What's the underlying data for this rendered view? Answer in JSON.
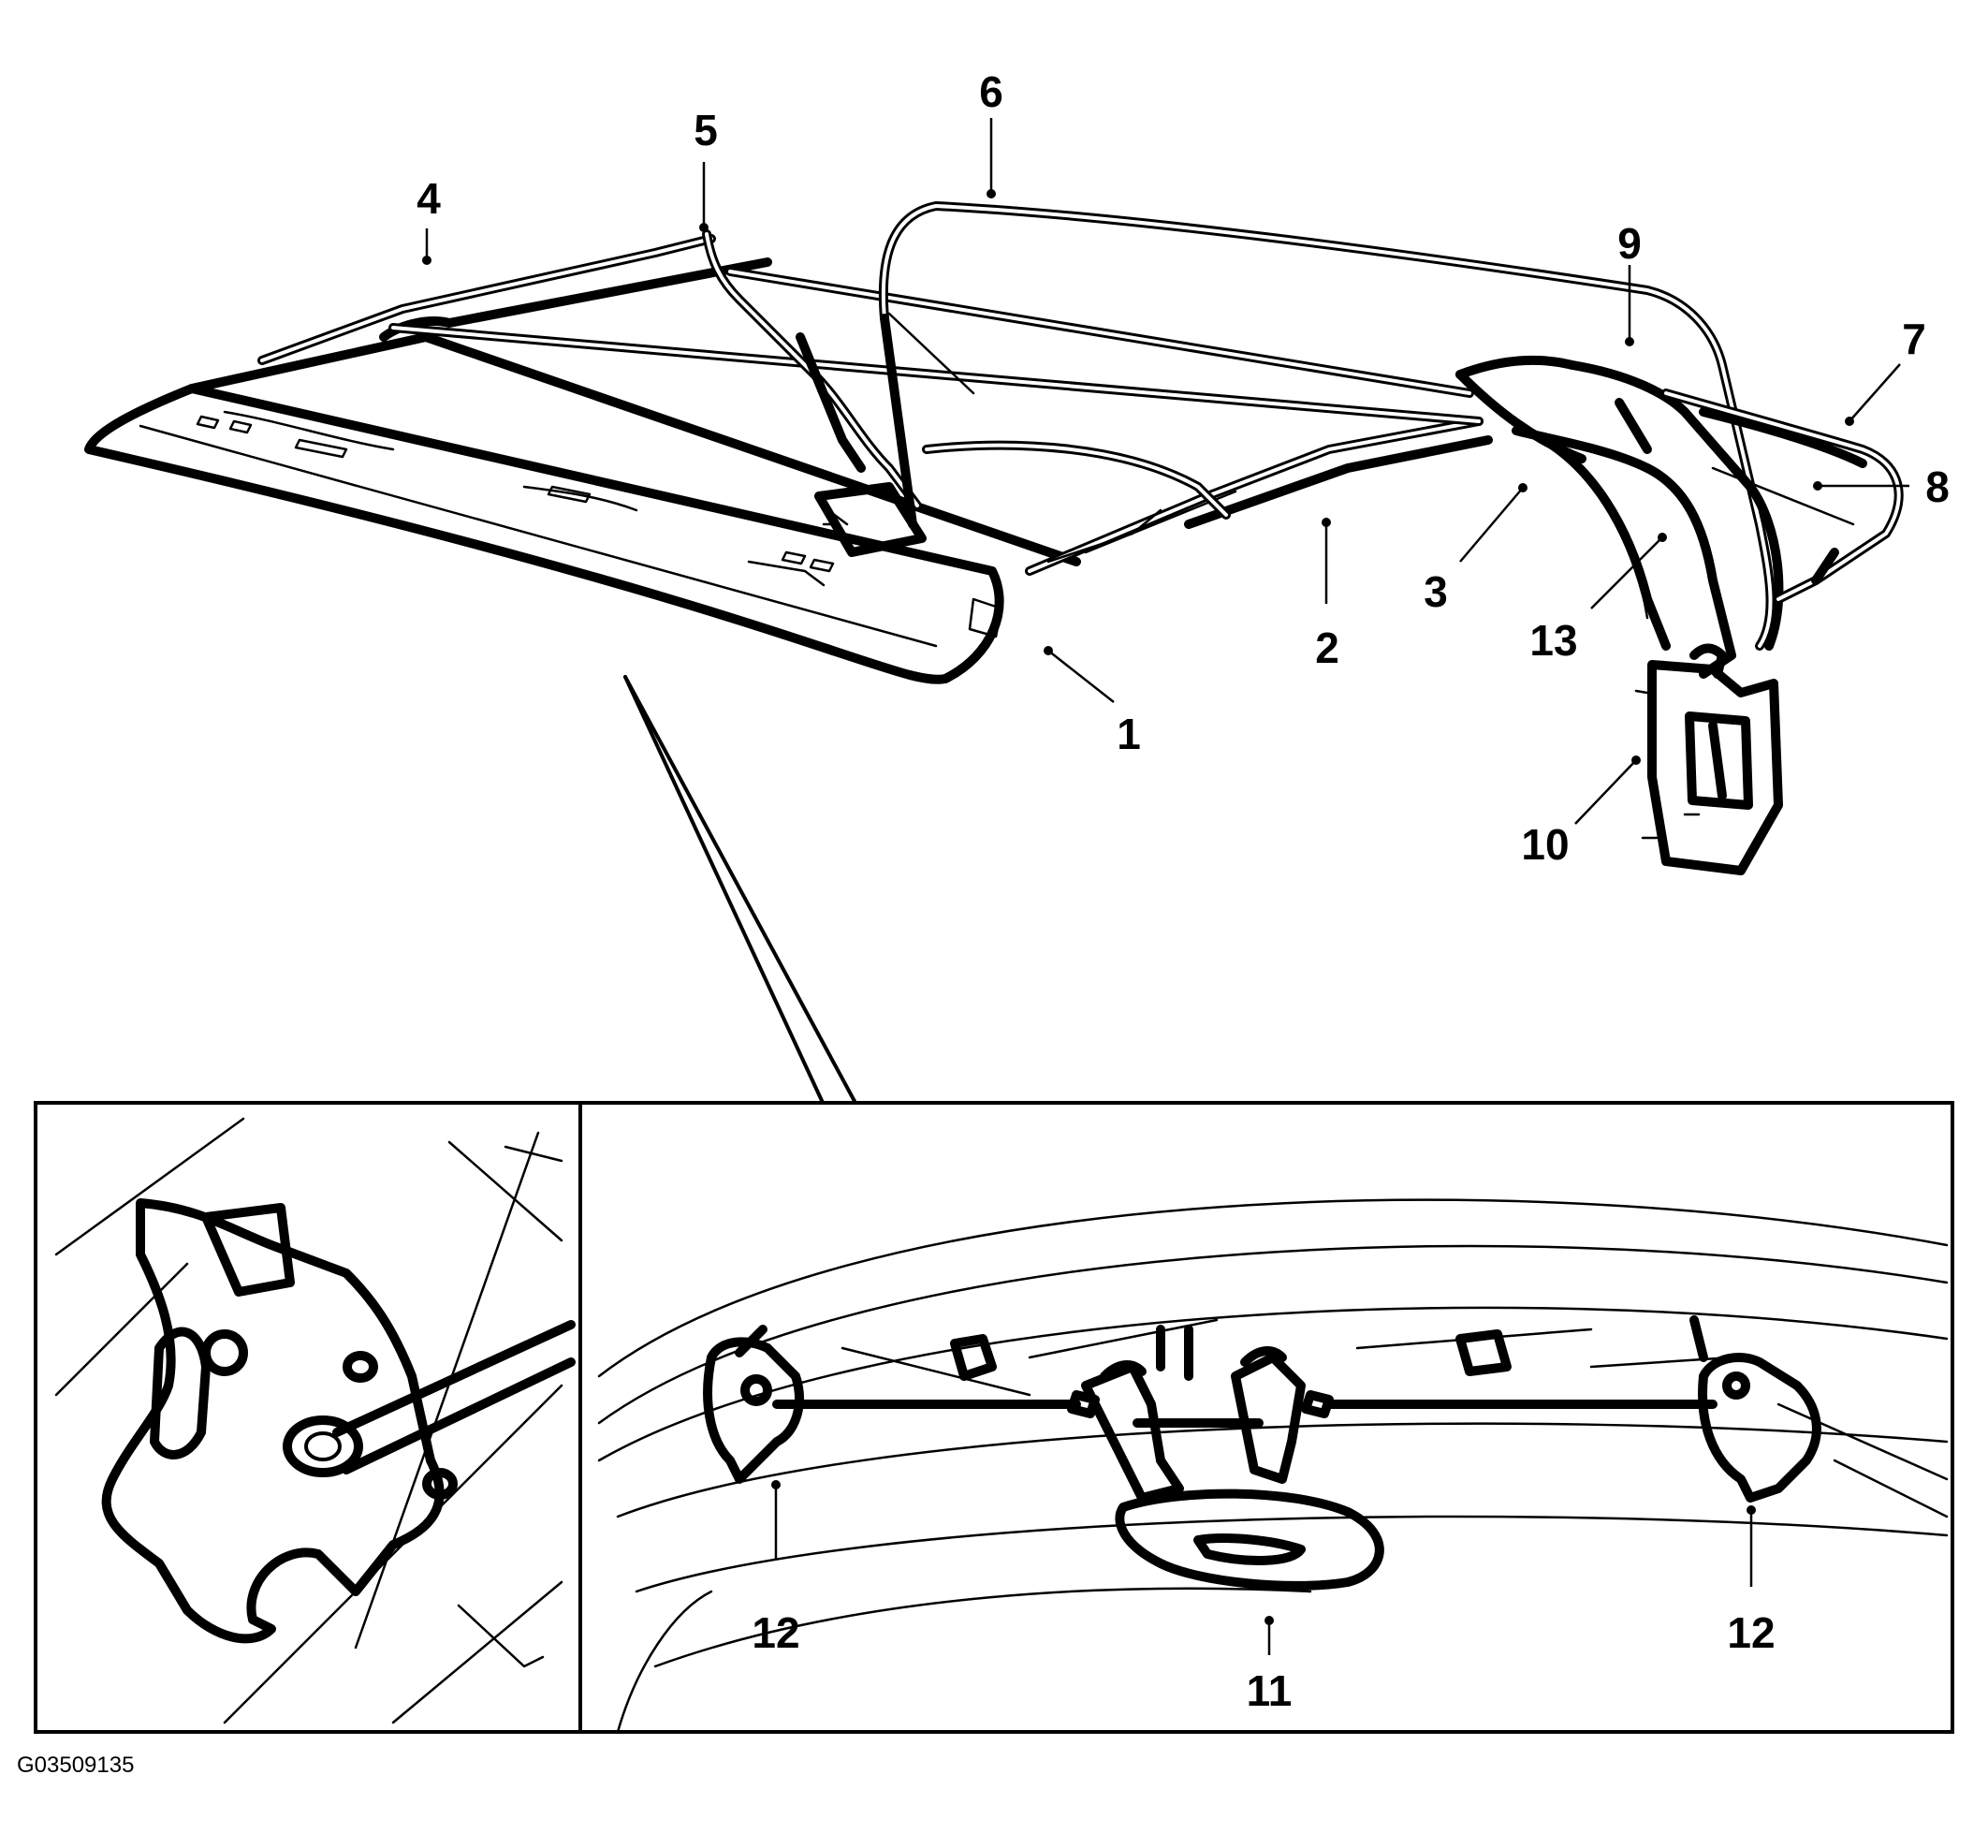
{
  "figure_id": "G03509135",
  "callouts": [
    "1",
    "2",
    "3",
    "4",
    "5",
    "6",
    "7",
    "8",
    "9",
    "10",
    "11",
    "12",
    "12",
    "13"
  ]
}
